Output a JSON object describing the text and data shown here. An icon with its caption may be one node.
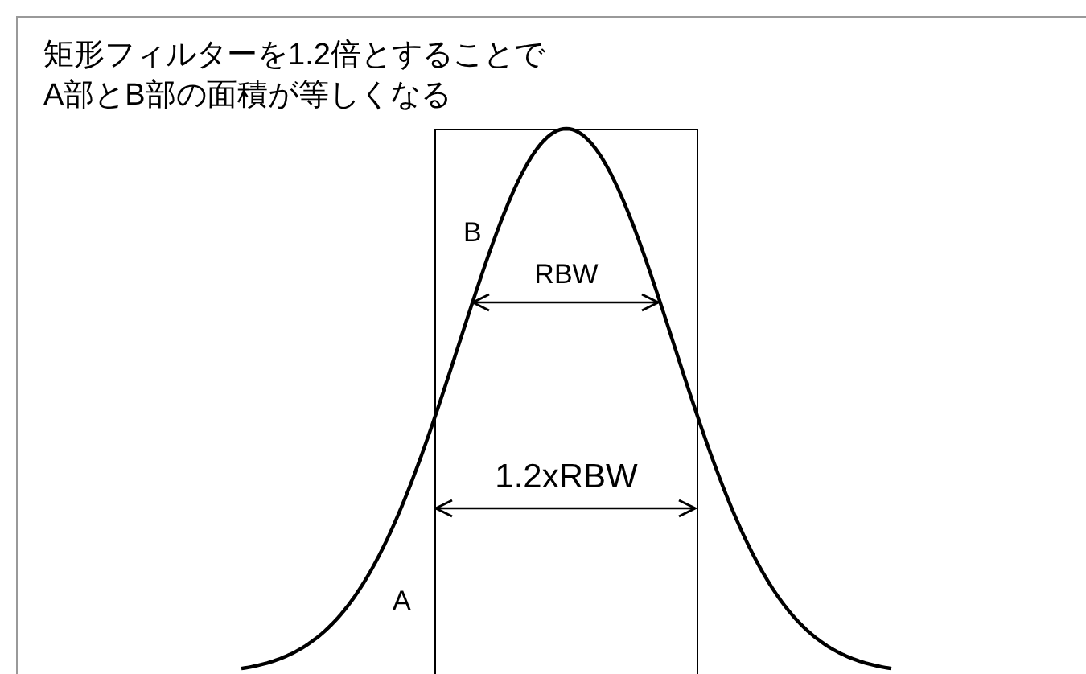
{
  "diagram": {
    "title": "矩形フィルターを1.2倍とすることでA部とB部の面積が等しくなる",
    "labels": [
      "B",
      "RBW",
      "1.2xRBW",
      "A"
    ]
  }
}
